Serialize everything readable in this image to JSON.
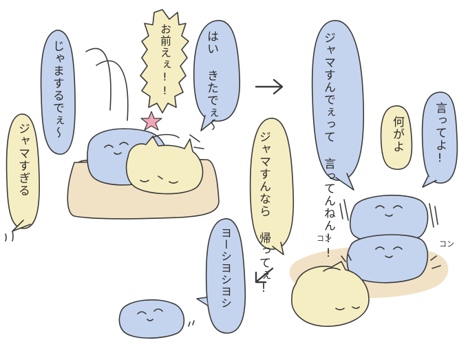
{
  "colors": {
    "blue_fill": "#c5d4ee",
    "yellow_fill": "#f6eec3",
    "cushion_fill": "#f2e2c5",
    "outline": "#3a3a3a",
    "star_pink": "#f0a8b8"
  },
  "panel1": {
    "bubble_hai": [
      "はい",
      "きたでぇ〜"
    ],
    "bubble_omae": [
      "お前えぇ!!"
    ],
    "bubble_jama_suru": [
      "じゃまするでぇ〜"
    ],
    "bubble_jama_sugiru": [
      "ジャマすぎる"
    ]
  },
  "panel2": {
    "bubble_jama_sunde": [
      "ジャマすんでぇって",
      "言ってんねん!!"
    ],
    "bubble_itte": [
      "言ってよ!"
    ],
    "bubble_nani": [
      "何がよ"
    ],
    "bubble_kaette": [
      "ジャマすんなら",
      "帰ってぇ!"
    ],
    "sfx_left": "コン",
    "sfx_right": "コン"
  },
  "panel3": {
    "bubble_yoshi": [
      "ヨーシヨシヨシ"
    ]
  },
  "icons": [
    "arrow-right-icon",
    "arrow-down-left-icon",
    "star-icon"
  ]
}
